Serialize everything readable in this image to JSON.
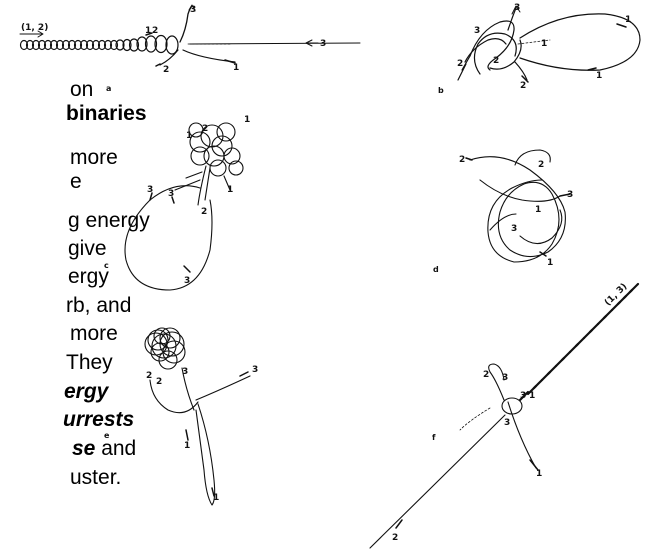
{
  "text_lines": [
    {
      "text": "on",
      "style": "normal"
    },
    {
      "text": "binaries",
      "style": "bold"
    },
    {
      "text": "more",
      "style": "normal"
    },
    {
      "text": "e",
      "style": "normal"
    },
    {
      "text": "g energy",
      "style": "normal"
    },
    {
      "text": "give",
      "style": "normal"
    },
    {
      "text": "ergy",
      "style": "normal"
    },
    {
      "text": "rb, and",
      "style": "normal"
    },
    {
      "text": "more",
      "style": "normal"
    },
    {
      "text": "They",
      "style": "normal"
    },
    {
      "text": "ergy",
      "style": "bold-italic"
    },
    {
      "text": "urrests",
      "style": "bold-italic"
    },
    {
      "text": "se",
      "style": "bold-italic",
      "suffix": " and"
    },
    {
      "text": "uster.",
      "style": "normal"
    }
  ],
  "panels": {
    "a": "a",
    "b": "b",
    "c": "c",
    "d": "d",
    "e": "e",
    "f": "f"
  },
  "body_labels": {
    "one": "1",
    "two": "2",
    "three": "3",
    "pair_a": "(1, 2)",
    "pair_f": "(1, 3)"
  }
}
